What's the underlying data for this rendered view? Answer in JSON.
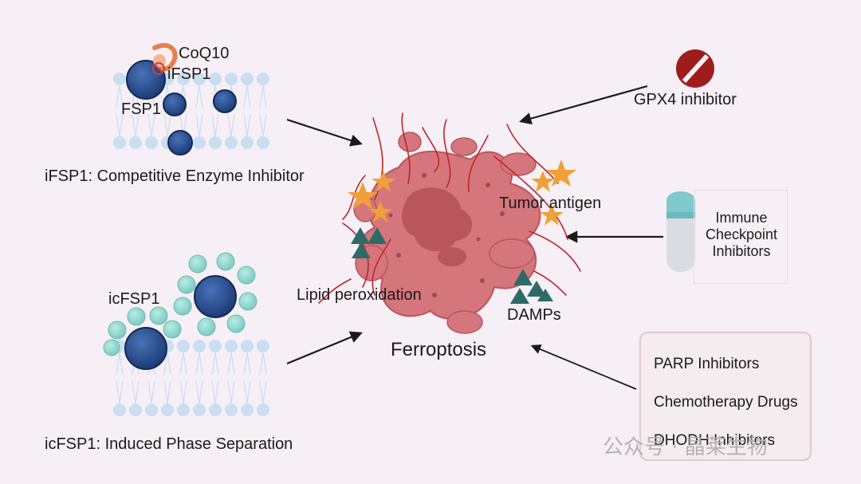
{
  "labels": {
    "coq10": "CoQ10",
    "ifsp1_top": "iFSP1",
    "fsp1": "FSP1",
    "ifsp1_caption": "iFSP1: Competitive Enzyme Inhibitor",
    "icfsp1": "icFSP1",
    "icfsp1_caption": "icFSP1: Induced Phase Separation",
    "gpx4_inhibitor": "GPX4 inhibitor",
    "tumor_antigen": "Tumor antigen",
    "lipid_peroxidation": "Lipid peroxidation",
    "damps": "DAMPs",
    "ferroptosis": "Ferroptosis",
    "immune_checkpoint": "Immune Checkpoint Inhibitors"
  },
  "drug_box": {
    "items": [
      "PARP Inhibitors",
      "Chemotherapy Drugs",
      "DHODH Inhibitors"
    ]
  },
  "watermark": "公众号 · 晶莱生物",
  "colors": {
    "background": "#f6eff5",
    "cell": "#d4767b",
    "cell_dark": "#b9565c",
    "fsp1_protein": "#234a8c",
    "icfsp1_droplet": "#8fd4cc",
    "membrane": "#c9def2",
    "star": "#f0a038",
    "damps": "#2d6b68",
    "gpx4_icon": "#a01c1c",
    "capsule_top": "#7fc9cc",
    "capsule_bottom": "#d9dde1",
    "fiber": "#c0242a"
  }
}
